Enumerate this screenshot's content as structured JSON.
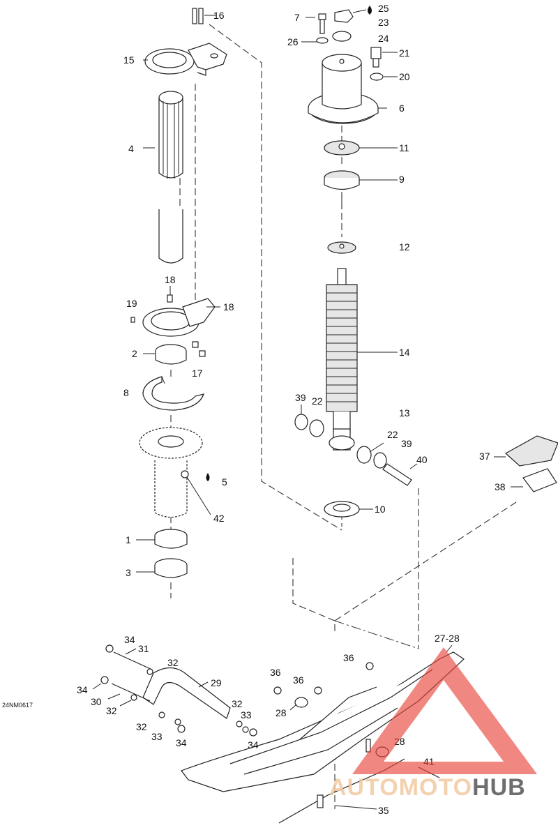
{
  "diagram": {
    "drawing_code": "24NM0617",
    "callouts": [
      {
        "id": "c16",
        "text": "16"
      },
      {
        "id": "c15",
        "text": "15"
      },
      {
        "id": "c4",
        "text": "4"
      },
      {
        "id": "c18a",
        "text": "18"
      },
      {
        "id": "c19",
        "text": "19"
      },
      {
        "id": "c18b",
        "text": "18"
      },
      {
        "id": "c2",
        "text": "2"
      },
      {
        "id": "c17",
        "text": "17"
      },
      {
        "id": "c8",
        "text": "8"
      },
      {
        "id": "c5",
        "text": "5"
      },
      {
        "id": "c42",
        "text": "42"
      },
      {
        "id": "c1",
        "text": "1"
      },
      {
        "id": "c3",
        "text": "3"
      },
      {
        "id": "c7",
        "text": "7"
      },
      {
        "id": "c25",
        "text": "25"
      },
      {
        "id": "c23",
        "text": "23"
      },
      {
        "id": "c24",
        "text": "24"
      },
      {
        "id": "c26",
        "text": "26"
      },
      {
        "id": "c21",
        "text": "21"
      },
      {
        "id": "c20",
        "text": "20"
      },
      {
        "id": "c6",
        "text": "6"
      },
      {
        "id": "c11",
        "text": "11"
      },
      {
        "id": "c9",
        "text": "9"
      },
      {
        "id": "c12",
        "text": "12"
      },
      {
        "id": "c14",
        "text": "14"
      },
      {
        "id": "c13",
        "text": "13"
      },
      {
        "id": "c39a",
        "text": "39"
      },
      {
        "id": "c22a",
        "text": "22"
      },
      {
        "id": "c22b",
        "text": "22"
      },
      {
        "id": "c39b",
        "text": "39"
      },
      {
        "id": "c40",
        "text": "40"
      },
      {
        "id": "c10",
        "text": "10"
      },
      {
        "id": "c37",
        "text": "37"
      },
      {
        "id": "c38",
        "text": "38"
      },
      {
        "id": "c2728",
        "text": "27-28"
      },
      {
        "id": "c34a",
        "text": "34"
      },
      {
        "id": "c31",
        "text": "31"
      },
      {
        "id": "c32a",
        "text": "32"
      },
      {
        "id": "c29",
        "text": "29"
      },
      {
        "id": "c34b",
        "text": "34"
      },
      {
        "id": "c30",
        "text": "30"
      },
      {
        "id": "c32b",
        "text": "32"
      },
      {
        "id": "c32c",
        "text": "32"
      },
      {
        "id": "c33a",
        "text": "33"
      },
      {
        "id": "c32d",
        "text": "32"
      },
      {
        "id": "c33b",
        "text": "33"
      },
      {
        "id": "c34c",
        "text": "34"
      },
      {
        "id": "c34d",
        "text": "34"
      },
      {
        "id": "c36a",
        "text": "36"
      },
      {
        "id": "c36b",
        "text": "36"
      },
      {
        "id": "c36c",
        "text": "36"
      },
      {
        "id": "c28a",
        "text": "28"
      },
      {
        "id": "c28b",
        "text": "28"
      },
      {
        "id": "c41",
        "text": "41"
      },
      {
        "id": "c35",
        "text": "35"
      }
    ]
  },
  "watermark": {
    "brand_part1": "AUTOMOTO",
    "brand_part2": "HUB",
    "color_accent": "#e8433a",
    "color_dark": "#555555",
    "color_light": "#f2c9a0"
  }
}
